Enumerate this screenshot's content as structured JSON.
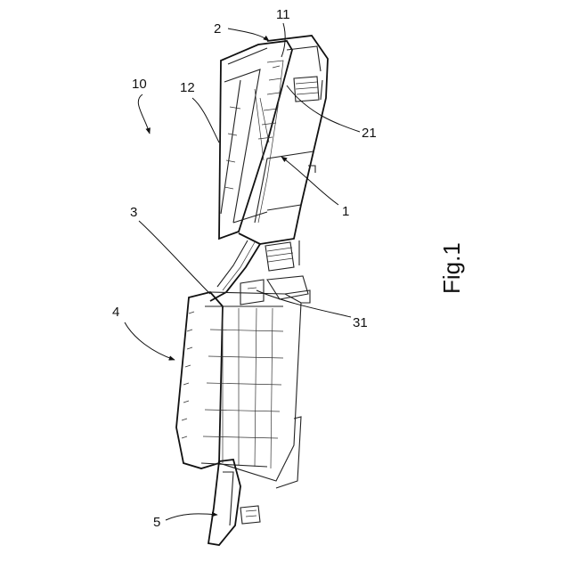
{
  "figure": {
    "caption": "Fig.1",
    "reference_numerals": {
      "r10": "10",
      "r12": "12",
      "r2": "2",
      "r11": "11",
      "r21": "21",
      "r1": "1",
      "r3": "3",
      "r31": "31",
      "r4": "4",
      "r5": "5"
    }
  }
}
